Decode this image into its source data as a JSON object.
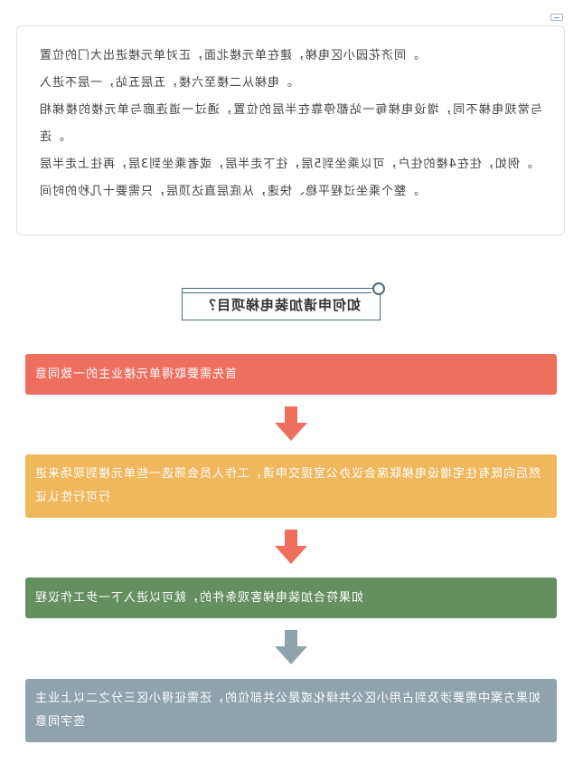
{
  "intro": {
    "paragraphs": [
      "同济花园小区电梯，建在单元楼北面，正对单元楼进出大门的位置。",
      "电梯从二楼至六楼，五层五站，一层不进入。",
      "与常规电梯不同，增设电梯每一站都停靠在半层的位置，通过一道连廊与单元楼的楼梯相连。",
      "例如，住在4楼的住户，可以乘坐到5层，往下走半层，或者乘坐到3层，再往上走半层。",
      "整个乘坐过程平稳、快速，从底层直达顶层，只需要十几秒的时间。"
    ]
  },
  "heading": {
    "title": "如何申请加装电梯项目？"
  },
  "steps": [
    {
      "text": "首先需要取得单元楼业主的一致同意",
      "color": "#ee6f5e"
    },
    {
      "text": "然后向既有住宅增设电梯联席会议办公室提交申请，工作人员会筛选一些单元楼到现场来进行可行性认证",
      "color": "#f0b75c"
    },
    {
      "text": "如果符合加装电梯客观条件的，就可以进入下一步工作议程",
      "color": "#63905e"
    },
    {
      "text": "如果方案中需要涉及到占用小区公共绿化或是公共部位的，还需征得小区三分之二以上业主签字同意",
      "color": "#8fa3ac"
    }
  ],
  "arrows": {
    "colors": [
      "#ee6f5e",
      "#ee6f5e",
      "#8fa3ac"
    ]
  }
}
